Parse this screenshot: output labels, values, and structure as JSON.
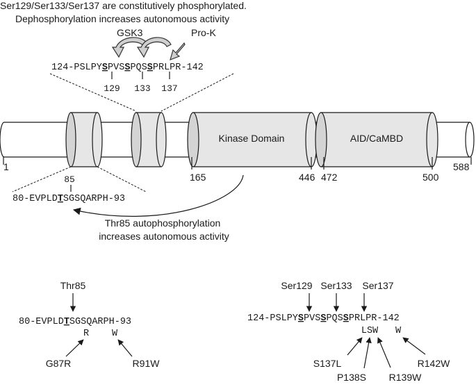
{
  "header": {
    "line1": "Ser129/Ser133/Ser137 are constitutively phosphorylated.",
    "line2": "Dephosphorylation increases autonomous activity"
  },
  "kinases": {
    "gsk3": "GSK3",
    "prok": "Pro-K"
  },
  "seq_top": {
    "pre": "124-PSLPY",
    "s129": "S",
    "mid1": "PVS",
    "s133": "S",
    "mid2": "PQS",
    "s137": "S",
    "post": "PRLPR-142",
    "num129": "129",
    "num133": "133",
    "num137": "137"
  },
  "domains": {
    "kinase": "Kinase Domain",
    "aid": "AID/CaMBD"
  },
  "positions": {
    "p1": "1",
    "p165": "165",
    "p446": "446",
    "p472": "472",
    "p500": "500",
    "p588": "588"
  },
  "seq_mid": {
    "num85": "85",
    "pre": "80-EVPLD",
    "t85": "T",
    "post": "SGSQARPH-93"
  },
  "note_thr85": {
    "line1": "Thr85 autophosphorylation",
    "line2": "increases autonomous activity"
  },
  "bottom_left": {
    "label_thr85": "Thr85",
    "pre": "80-EVPLD",
    "t85": "T",
    "post": "SGSQARPH-93",
    "mut_r": "R",
    "mut_w": "W",
    "g87r": "G87R",
    "r91w": "R91W"
  },
  "bottom_right": {
    "label_ser129": "Ser129",
    "label_ser133": "Ser133",
    "label_ser137": "Ser137",
    "pre": "124-PSLPY",
    "s129": "S",
    "mid1": "PVS",
    "s133": "S",
    "mid2": "PQS",
    "s137": "S",
    "post": "PRLPR-142",
    "mut_lsw": "LSW",
    "mut_w": "W",
    "s137l": "S137L",
    "p138s": "P138S",
    "r139w": "R139W",
    "r142w": "R142W"
  }
}
